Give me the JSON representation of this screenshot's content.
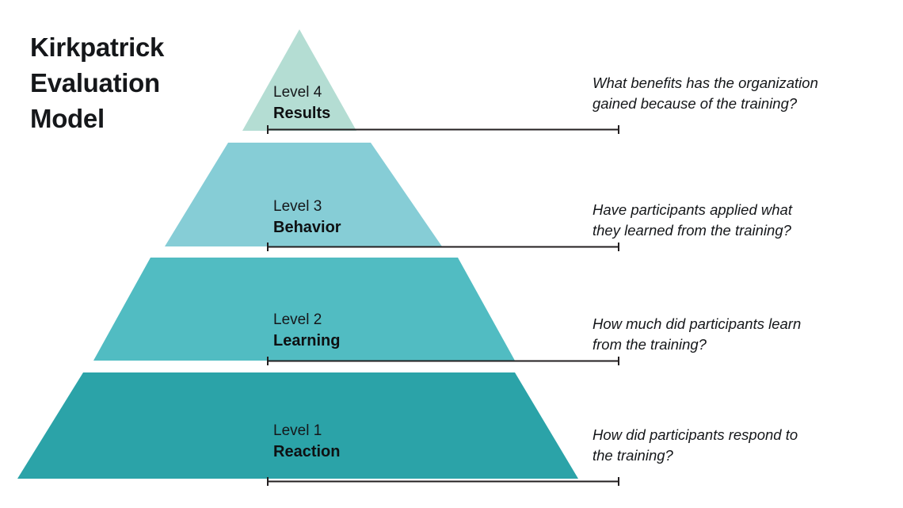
{
  "title": "Kirkpatrick\nEvaluation\nModel",
  "colors": {
    "level4": "#b4ddd3",
    "level3": "#86cdd6",
    "level2": "#51bcc2",
    "level1": "#2ba3a8",
    "text": "#15171a",
    "connector": "#231f20",
    "background": "#ffffff"
  },
  "chart_data": {
    "type": "pyramid",
    "title": "Kirkpatrick Evaluation Model",
    "levels": [
      {
        "number": "Level 4",
        "name": "Results",
        "description": "What benefits has the organization gained because of the training?",
        "color": "#b4ddd3",
        "rank": 4
      },
      {
        "number": "Level 3",
        "name": "Behavior",
        "description": "Have participants applied what they learned from the training?",
        "color": "#86cdd6",
        "rank": 3
      },
      {
        "number": "Level 2",
        "name": "Learning",
        "description": "How much did participants learn from the training?",
        "color": "#51bcc2",
        "rank": 2
      },
      {
        "number": "Level 1",
        "name": "Reaction",
        "description": "How did participants respond to the training?",
        "color": "#2ba3a8",
        "rank": 1
      }
    ]
  },
  "levels": {
    "l4": {
      "number": "Level 4",
      "name": "Results",
      "description": "What benefits has the organization\ngained because of the training?"
    },
    "l3": {
      "number": "Level 3",
      "name": "Behavior",
      "description": "Have participants applied what\nthey learned from the training?"
    },
    "l2": {
      "number": "Level 2",
      "name": "Learning",
      "description": "How much did participants learn\nfrom the training?"
    },
    "l1": {
      "number": "Level 1",
      "name": "Reaction",
      "description": "How did participants respond to\nthe training?"
    }
  }
}
